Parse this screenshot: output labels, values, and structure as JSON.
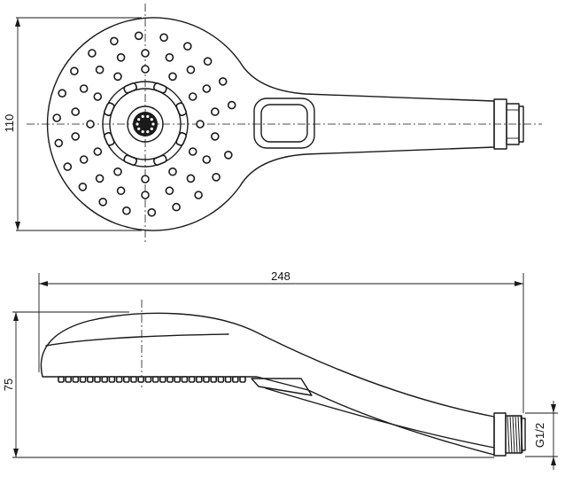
{
  "dimensions": {
    "head_height": "110",
    "total_length": "248",
    "side_height": "75",
    "thread": "G1/2"
  }
}
